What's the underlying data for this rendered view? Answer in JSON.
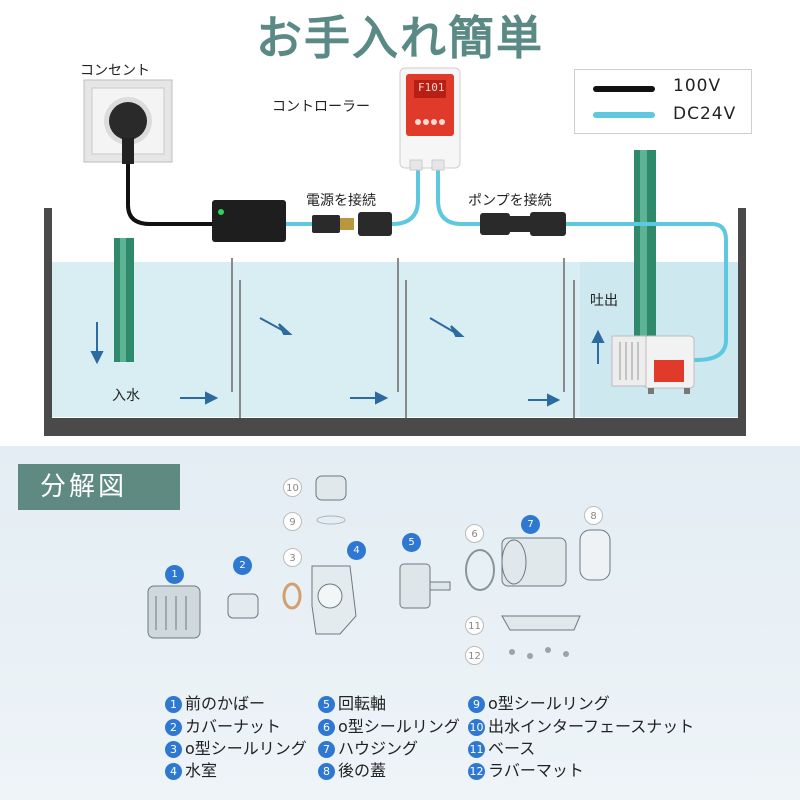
{
  "title": "お手入れ簡単",
  "legend": {
    "line1": "100V",
    "line2": "DC24V",
    "color_ac": "#111111",
    "color_dc": "#5ec8e0"
  },
  "labels": {
    "outlet": "コンセント",
    "controller": "コントローラー",
    "controller_display": "F101",
    "power_connect": "電源を接続",
    "pump_connect": "ポンプを接続",
    "outlet_label": "吐出",
    "inlet_label": "入水"
  },
  "section_title": "分解図",
  "parts": [
    {
      "num": "1",
      "name": "前のかばー"
    },
    {
      "num": "2",
      "name": "カバーナット"
    },
    {
      "num": "3",
      "name": "o型シールリング"
    },
    {
      "num": "4",
      "name": "水室"
    },
    {
      "num": "5",
      "name": "回転軸"
    },
    {
      "num": "6",
      "name": "o型シールリング"
    },
    {
      "num": "7",
      "name": "ハウジング"
    },
    {
      "num": "8",
      "name": "後の蓋"
    },
    {
      "num": "9",
      "name": "o型シールリング"
    },
    {
      "num": "10",
      "name": "出水インターフェースナット"
    },
    {
      "num": "11",
      "name": "ベース"
    },
    {
      "num": "12",
      "name": "ラバーマット"
    }
  ],
  "colors": {
    "title": "#5b8a86",
    "tag": "#5e8a82",
    "badge": "#2f78d2",
    "water": "#d7eef3",
    "pipe": "#2f8a6c"
  }
}
